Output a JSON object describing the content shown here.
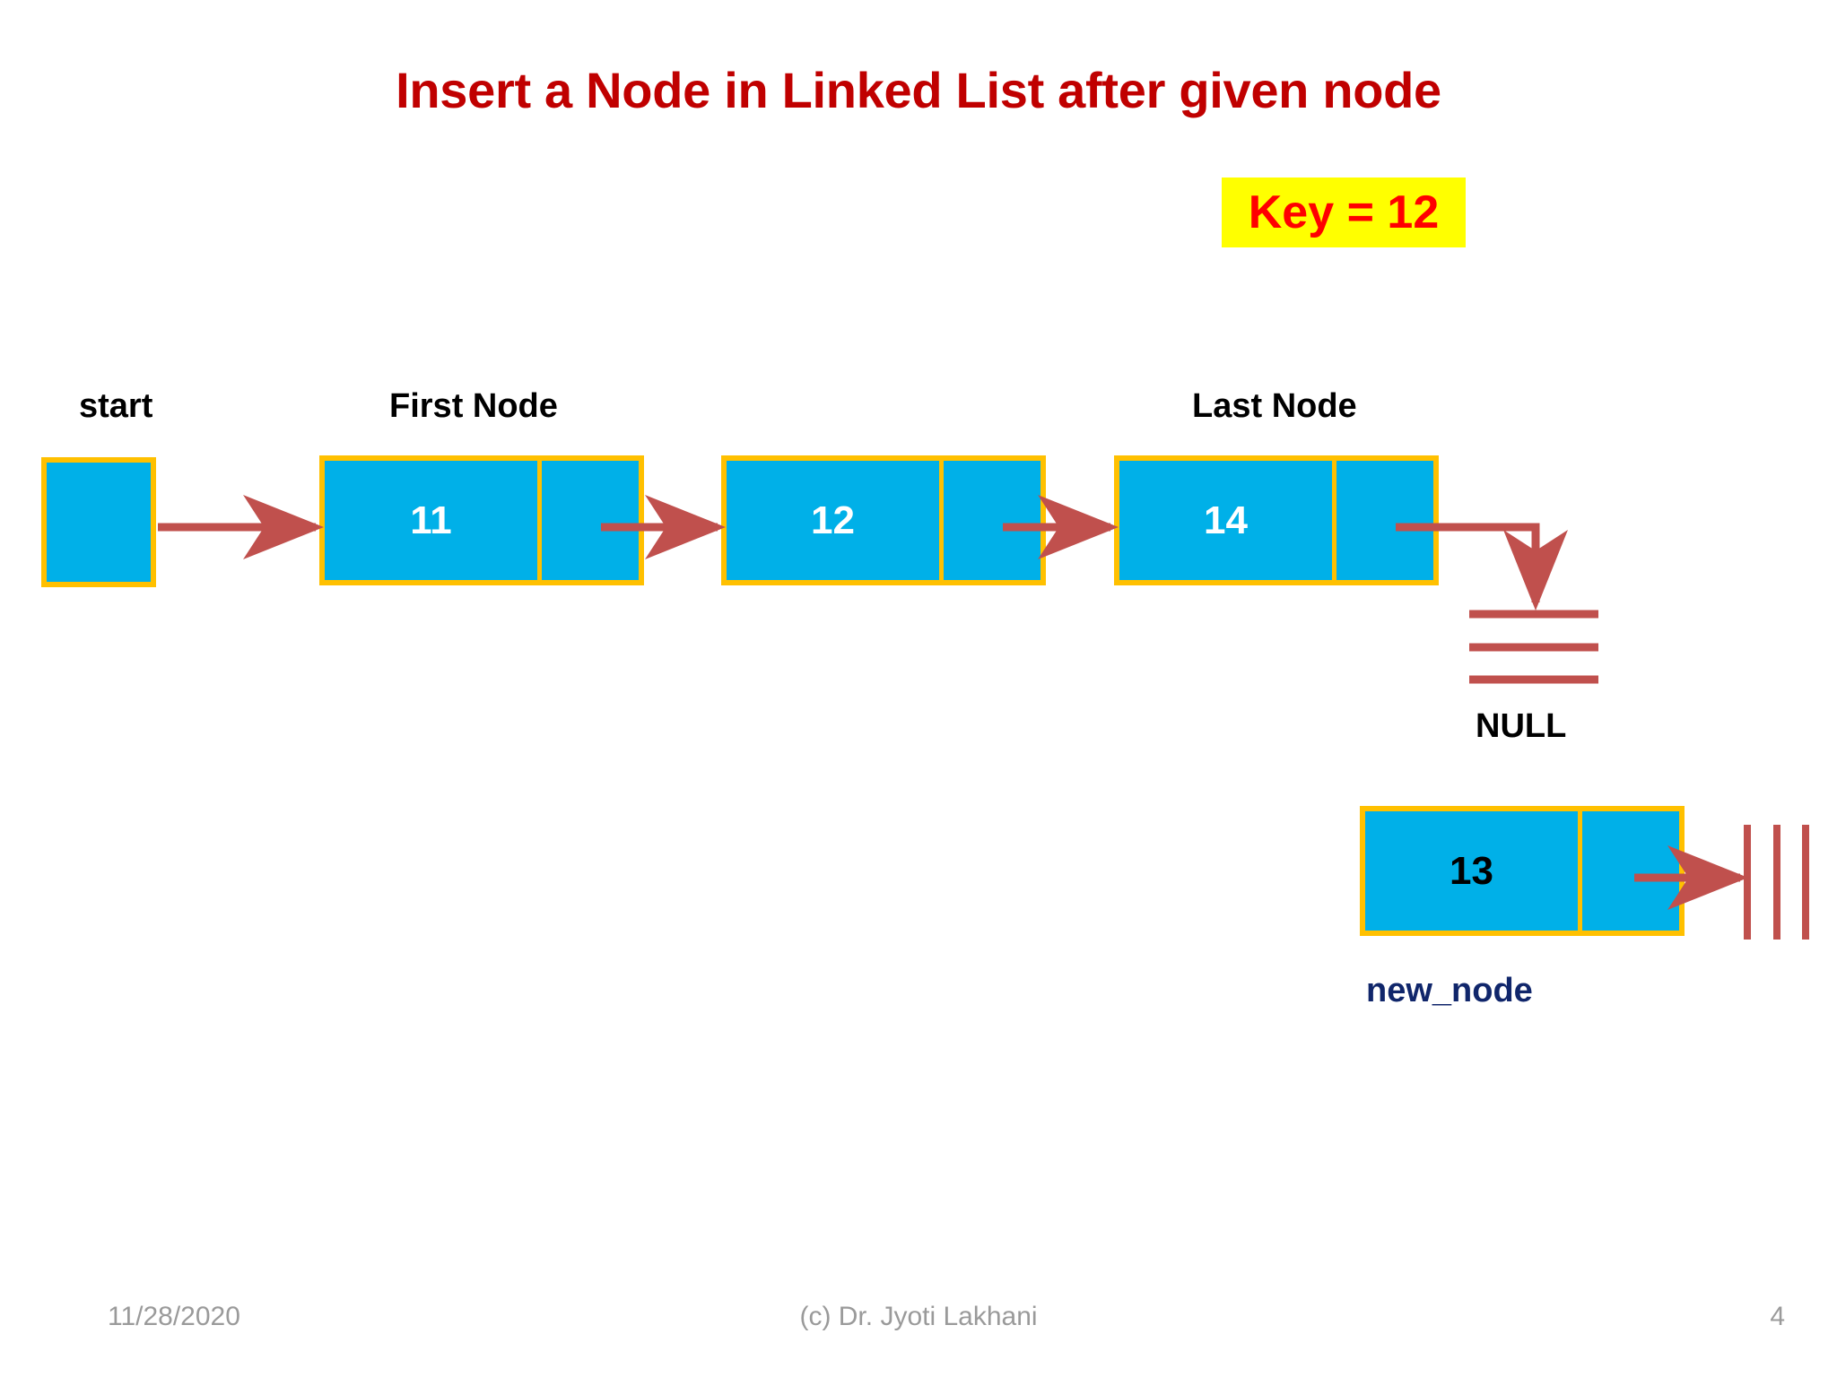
{
  "slide": {
    "title": "Insert a Node in Linked List after given node",
    "title_color": "#c00000",
    "background": "#ffffff"
  },
  "callout": {
    "key_label": "Key = 12",
    "highlight_color": "#ffff00",
    "text_color": "#ff0000"
  },
  "captions": {
    "start": "start",
    "first_node": "First Node",
    "last_node": "Last Node",
    "null_label": "NULL",
    "new_node": "new_node",
    "new_node_color": "#10266b"
  },
  "diagram": {
    "node_fill": "#00b0e8",
    "node_border": "#ffc000",
    "arrow_color": "#c0504d",
    "list_nodes": [
      {
        "value": "11",
        "caption": "First Node",
        "value_color": "#ffffff"
      },
      {
        "value": "12",
        "caption": "",
        "value_color": "#ffffff"
      },
      {
        "value": "14",
        "caption": "Last Node",
        "value_color": "#ffffff"
      }
    ],
    "start_pointer": {
      "value": "",
      "caption": "start"
    },
    "detached_node": {
      "value": "13",
      "caption": "new_node",
      "value_color": "#000000"
    },
    "terminators": [
      {
        "name": "list-null-ground",
        "style": "three-horizontal-bars",
        "label": "NULL"
      },
      {
        "name": "new-node-null-ground",
        "style": "three-vertical-bars",
        "label": ""
      }
    ]
  },
  "footer": {
    "date": "11/28/2020",
    "copyright": "(c) Dr. Jyoti Lakhani",
    "page_number": "4",
    "color": "#9a9a9a"
  }
}
